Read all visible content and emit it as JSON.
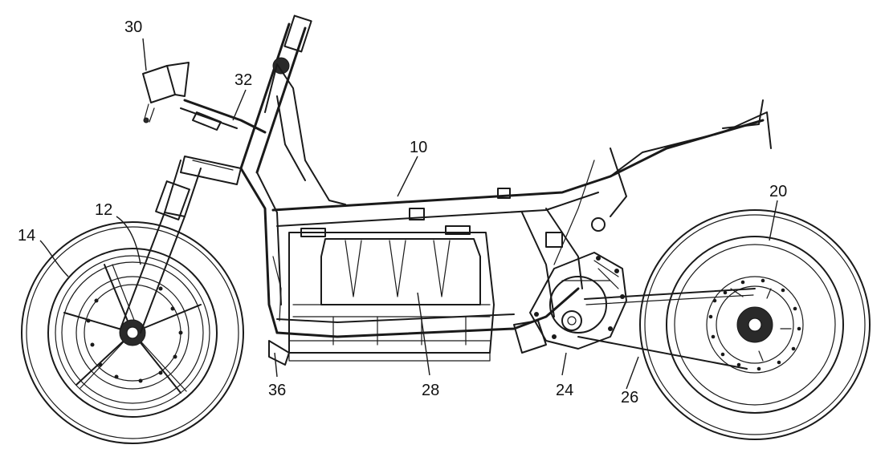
{
  "figure": {
    "title": "Electric motorcycle side view patent drawing",
    "labels": {
      "frame": "10",
      "front_fork": "12",
      "front_wheel": "14",
      "rear_wheel": "20",
      "motor": "24",
      "drive_belt": "26",
      "battery": "28",
      "display_unit": "30",
      "handlebar": "32",
      "lower_bracket": "36"
    }
  }
}
